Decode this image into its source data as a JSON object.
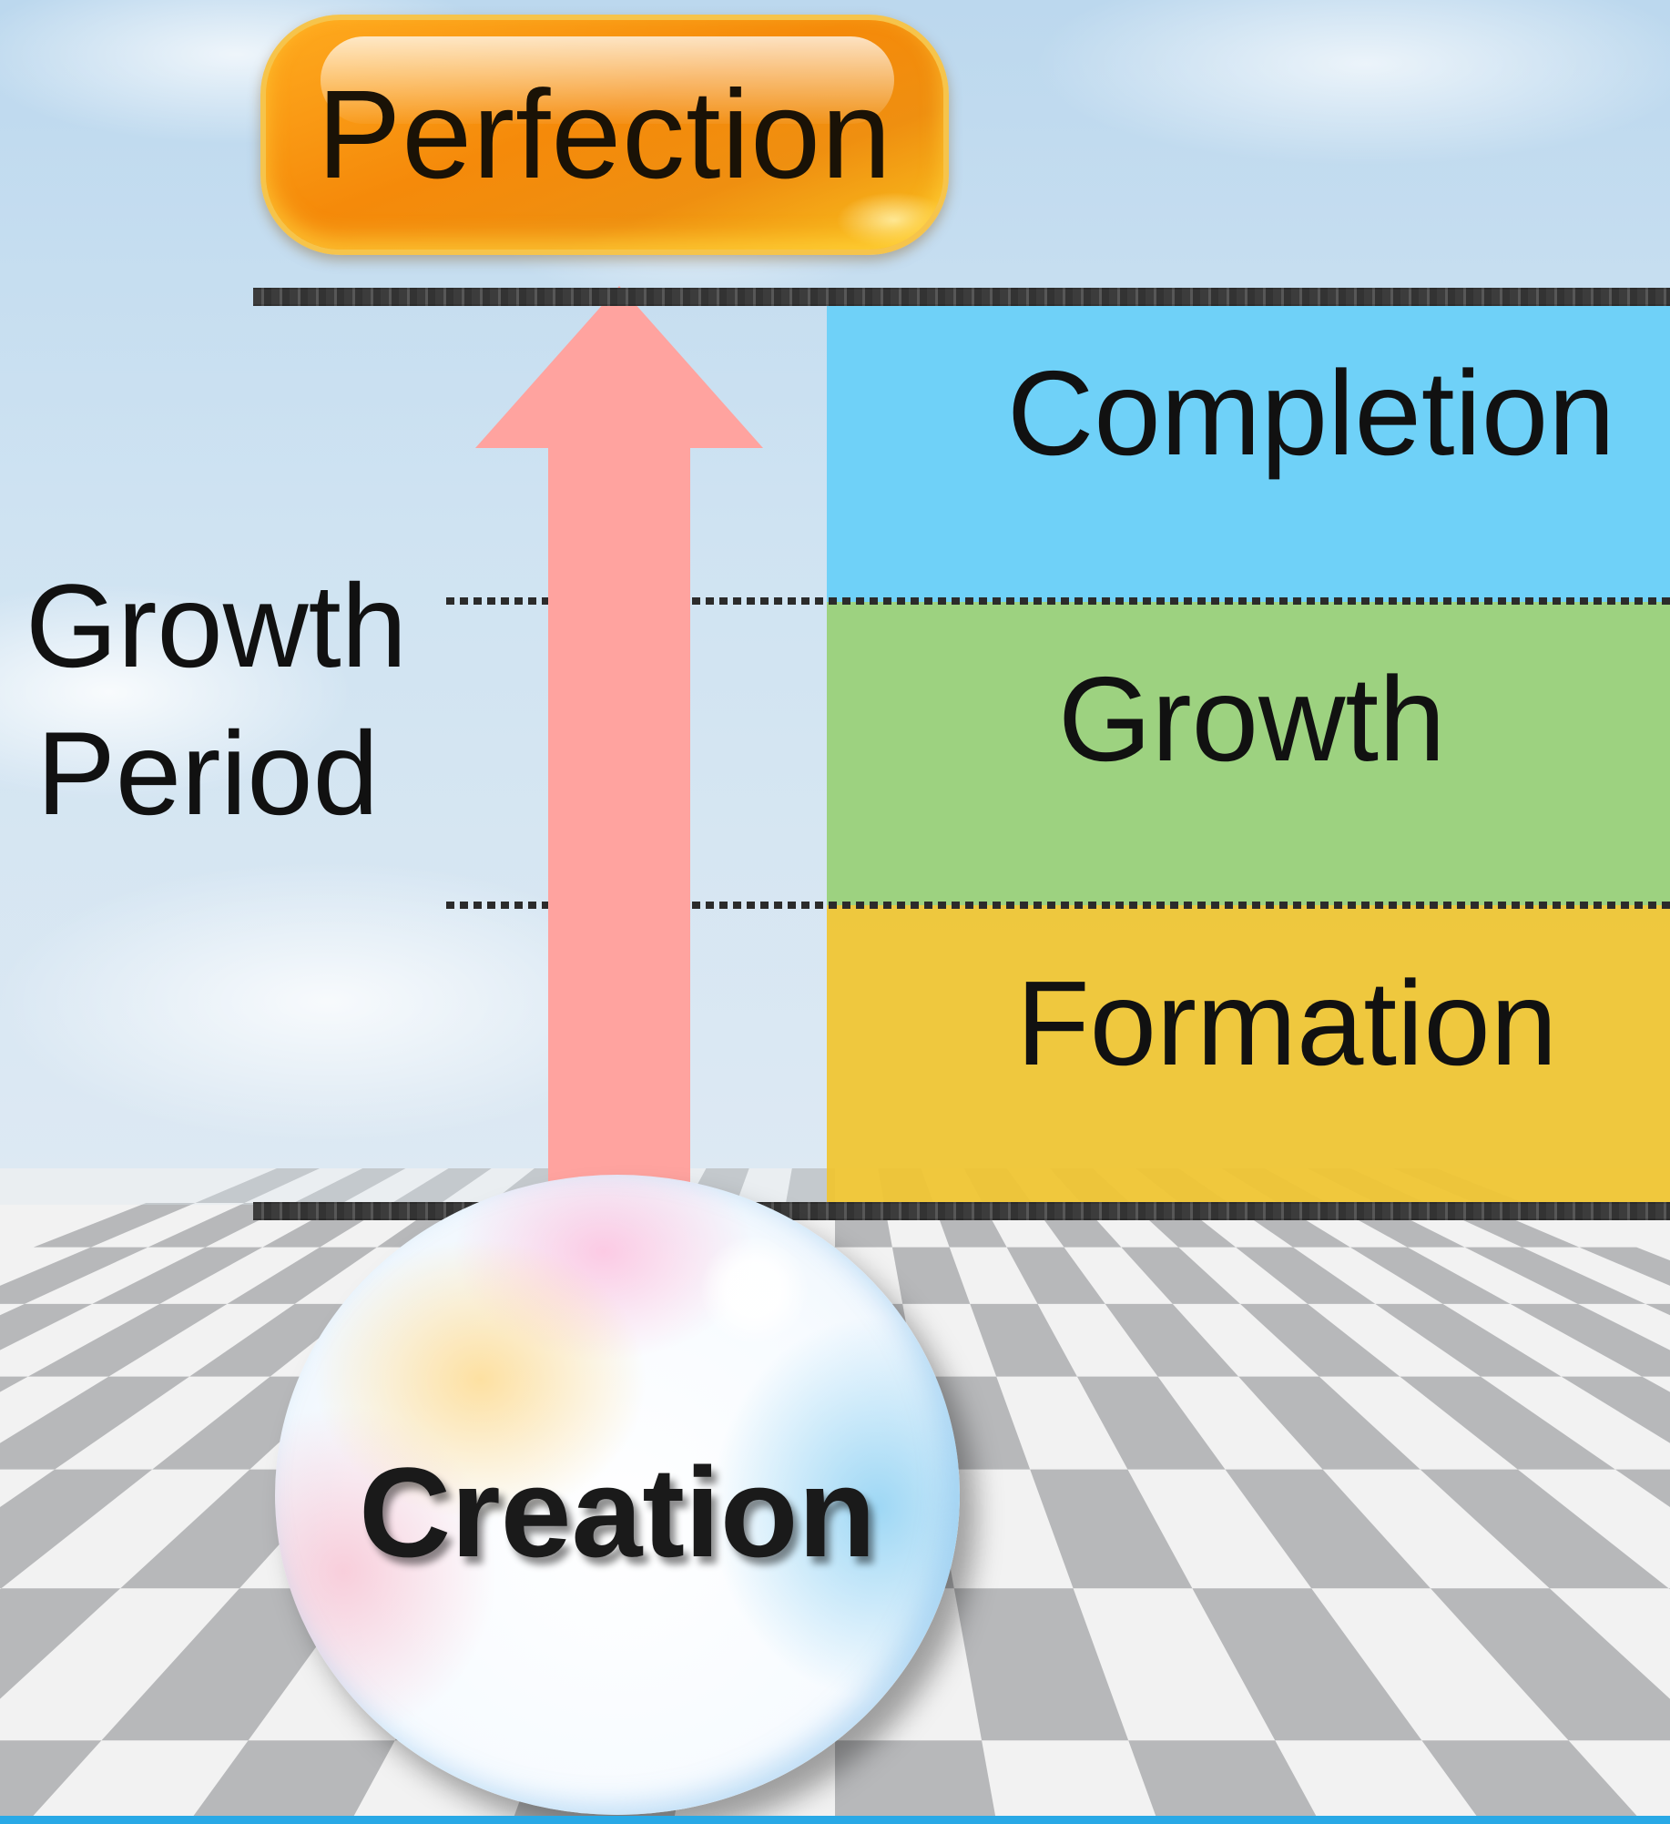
{
  "top_goal": {
    "label": "Perfection"
  },
  "start_point": {
    "label": "Creation"
  },
  "period_label": {
    "line1": "Growth",
    "line2": "Period"
  },
  "stages": [
    {
      "label": "Completion",
      "color": "#6fd1f8"
    },
    {
      "label": "Growth",
      "color": "#9dd280"
    },
    {
      "label": "Formation",
      "color": "#f0c52f"
    }
  ],
  "colors": {
    "arrow": "#ffa39f",
    "goal_pill": "#f58a0a",
    "sky": "#cfe3f2",
    "floor_light": "#f2f2f2",
    "floor_dark": "#b7b8ba",
    "bottom_rule": "#29a9e6"
  }
}
